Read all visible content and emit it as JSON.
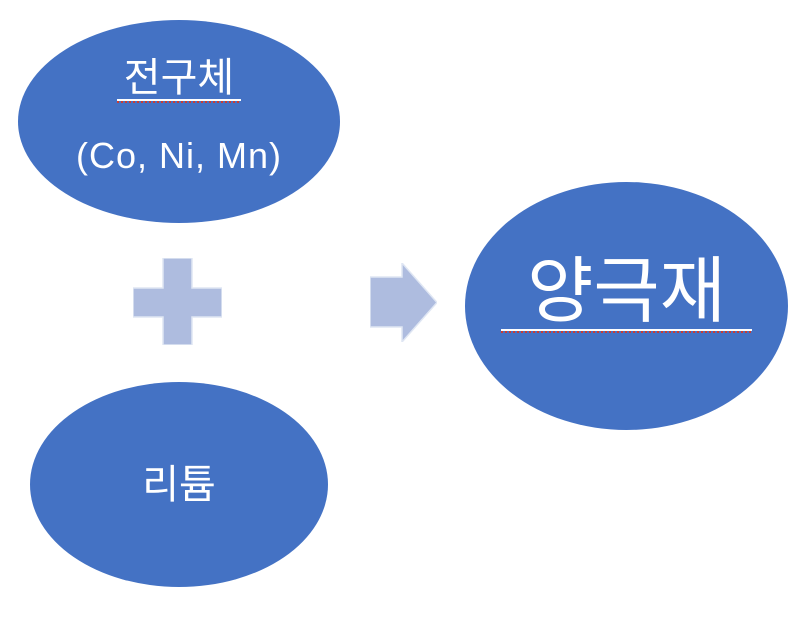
{
  "diagram": {
    "description": "process-diagram",
    "colors": {
      "background": "#ffffff",
      "ellipse_fill": "#4472c4",
      "node_text": "#ffffff",
      "connector_fill": "#aebcdf",
      "connector_stroke": "#dfe6f3",
      "underline": "#ffffff",
      "spellcheck_squiggle": "#cc3b33"
    },
    "nodes": {
      "precursor": {
        "title": "전구체",
        "subtitle": "(Co, Ni, Mn)"
      },
      "lithium": {
        "label": "리튬"
      },
      "cathode": {
        "label": "양극재"
      }
    },
    "operators": {
      "plus": "plus-sign",
      "arrow": "right-arrow"
    }
  }
}
